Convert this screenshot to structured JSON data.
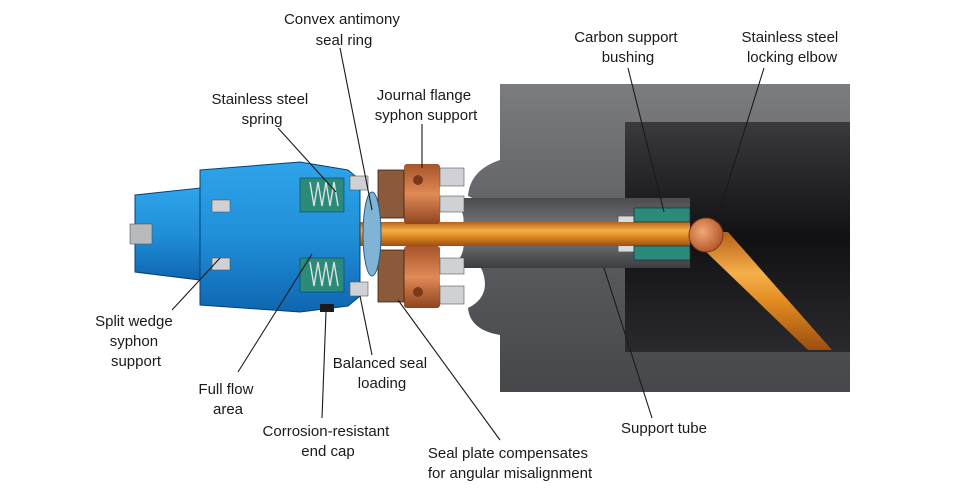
{
  "diagram": {
    "colors": {
      "housing_gray": "#5d5f62",
      "bore_dark": "#2b2b2d",
      "bore_mid": "#1c1c1e",
      "housing_blue": "#1f8fd8",
      "blue_dark": "#0e5fa6",
      "copper": "#c8652a",
      "copper_light": "#e98b47",
      "tube_orange": "#e38a1e",
      "teal": "#2a8b7a",
      "steel": "#c9cbcf"
    },
    "labels": {
      "convex_antimony_seal_ring": [
        "Convex antimony",
        "seal ring"
      ],
      "stainless_steel_spring": [
        "Stainless steel",
        "spring"
      ],
      "journal_flange_syphon_support": [
        "Journal flange",
        "syphon support"
      ],
      "carbon_support_bushing": [
        "Carbon support",
        "bushing"
      ],
      "stainless_steel_locking_elbow": [
        "Stainless steel",
        "locking elbow"
      ],
      "split_wedge_syphon_support": [
        "Split wedge",
        "syphon",
        "support"
      ],
      "full_flow_area": [
        "Full flow",
        "area"
      ],
      "corrosion_resistant_end_cap": [
        "Corrosion-resistant",
        "end cap"
      ],
      "balanced_seal_loading": [
        "Balanced seal",
        "loading"
      ],
      "seal_plate_compensates": [
        "Seal plate compensates",
        "for angular misalignment"
      ],
      "support_tube": [
        "Support tube"
      ]
    }
  }
}
